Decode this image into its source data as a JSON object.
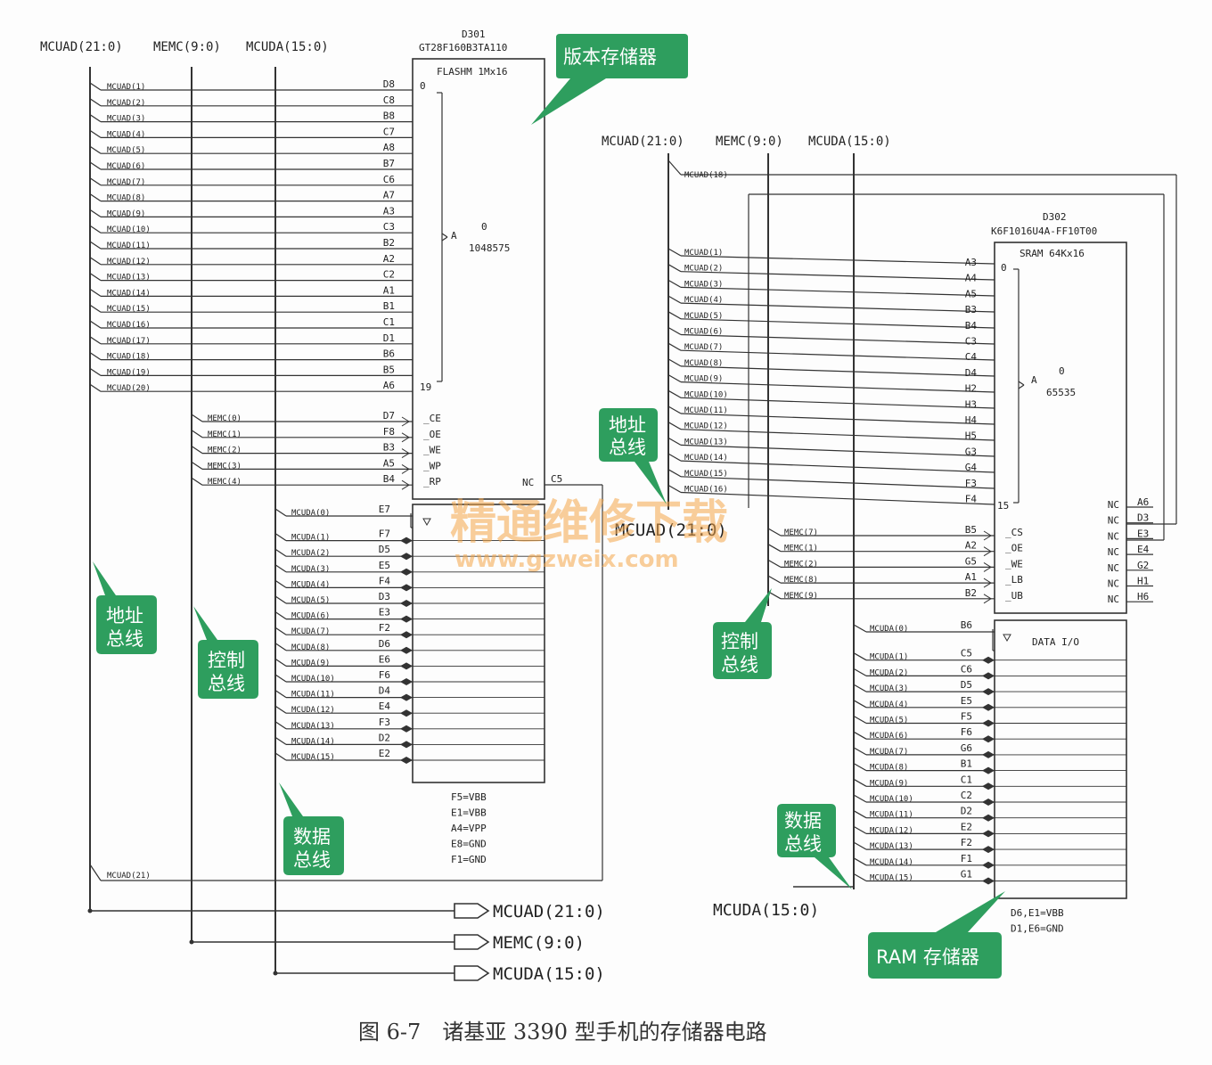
{
  "flash": {
    "designator": "D301",
    "part": "GT28F160B3TA110",
    "type": "FLASHM 1Mx16",
    "range_lo": "0",
    "range_hi": "1048575",
    "a_label": "A",
    "bit_top": "0",
    "bit_bottom": "19",
    "nc_label": "NC",
    "nc_pin": "C5",
    "addr_pins": [
      "D8",
      "C8",
      "B8",
      "C7",
      "A8",
      "B7",
      "C6",
      "A7",
      "A3",
      "C3",
      "B2",
      "A2",
      "C2",
      "A1",
      "B1",
      "C1",
      "D1",
      "B6",
      "B5",
      "A6"
    ],
    "ctrl_pins": [
      "D7",
      "F8",
      "B3",
      "A5",
      "B4"
    ],
    "ctrl_names": [
      "_CE",
      "_OE",
      "_WE",
      "_WP",
      "_RP"
    ],
    "data_pins": [
      "E7",
      "F7",
      "D5",
      "E5",
      "F4",
      "D3",
      "E3",
      "F2",
      "D6",
      "E6",
      "F6",
      "D4",
      "E4",
      "F3",
      "D2",
      "E2"
    ],
    "notes": [
      "F5=VBB",
      "E1=VBB",
      "A4=VPP",
      "E8=GND",
      "F1=GND"
    ]
  },
  "sram": {
    "designator": "D302",
    "part": "K6F1016U4A-FF10T00",
    "type": "SRAM 64Kx16",
    "range_lo": "0",
    "range_hi": "65535",
    "a_label": "A",
    "bit_top": "0",
    "bit_bottom": "15",
    "addr_pins": [
      "A3",
      "A4",
      "A5",
      "B3",
      "B4",
      "C3",
      "C4",
      "D4",
      "H2",
      "H3",
      "H4",
      "H5",
      "G3",
      "G4",
      "F3",
      "F4"
    ],
    "ctrl_pins": [
      "B5",
      "A2",
      "G5",
      "A1",
      "B2"
    ],
    "ctrl_names": [
      "_CS",
      "_OE",
      "_WE",
      "_LB",
      "_UB"
    ],
    "nc_labels": [
      "NC",
      "NC",
      "NC",
      "NC",
      "NC",
      "NC",
      "NC"
    ],
    "nc_pins": [
      "A6",
      "D3",
      "E3",
      "E4",
      "G2",
      "H1",
      "H6"
    ],
    "data_title": "DATA I/O",
    "data_pins": [
      "B6",
      "C5",
      "C6",
      "D5",
      "E5",
      "F5",
      "F6",
      "G6",
      "B1",
      "C1",
      "C2",
      "D2",
      "E2",
      "F2",
      "F1",
      "G1"
    ],
    "notes": [
      "D6,E1=VBB",
      "D1,E6=GND"
    ]
  },
  "left_bus": {
    "labels": [
      "MCUAD(21:0)",
      "MEMC(9:0)",
      "MCUDA(15:0)"
    ],
    "addr_signals": [
      "MCUAD(1)",
      "MCUAD(2)",
      "MCUAD(3)",
      "MCUAD(4)",
      "MCUAD(5)",
      "MCUAD(6)",
      "MCUAD(7)",
      "MCUAD(8)",
      "MCUAD(9)",
      "MCUAD(10)",
      "MCUAD(11)",
      "MCUAD(12)",
      "MCUAD(13)",
      "MCUAD(14)",
      "MCUAD(15)",
      "MCUAD(16)",
      "MCUAD(17)",
      "MCUAD(18)",
      "MCUAD(19)",
      "MCUAD(20)"
    ],
    "ctrl_signals": [
      "MEMC(0)",
      "MEMC(1)",
      "MEMC(2)",
      "MEMC(3)",
      "MEMC(4)"
    ],
    "data_signals": [
      "MCUDA(0)",
      "MCUDA(1)",
      "MCUDA(2)",
      "MCUDA(3)",
      "MCUDA(4)",
      "MCUDA(5)",
      "MCUDA(6)",
      "MCUDA(7)",
      "MCUDA(8)",
      "MCUDA(9)",
      "MCUDA(10)",
      "MCUDA(11)",
      "MCUDA(12)",
      "MCUDA(13)",
      "MCUDA(14)",
      "MCUDA(15)"
    ],
    "extra_signal": "MCUAD(21)",
    "outputs": [
      "MCUAD(21:0)",
      "MEMC(9:0)",
      "MCUDA(15:0)"
    ]
  },
  "right_bus": {
    "labels": [
      "MCUAD(21:0)",
      "MEMC(9:0)",
      "MCUDA(15:0)"
    ],
    "top_signal": "MCUAD(18)",
    "addr_signals": [
      "MCUAD(1)",
      "MCUAD(2)",
      "MCUAD(3)",
      "MCUAD(4)",
      "MCUAD(5)",
      "MCUAD(6)",
      "MCUAD(7)",
      "MCUAD(8)",
      "MCUAD(9)",
      "MCUAD(10)",
      "MCUAD(11)",
      "MCUAD(12)",
      "MCUAD(13)",
      "MCUAD(14)",
      "MCUAD(15)",
      "MCUAD(16)"
    ],
    "ctrl_signals": [
      "MEMC(7)",
      "MEMC(1)",
      "MEMC(2)",
      "MEMC(8)",
      "MEMC(9)"
    ],
    "data_signals": [
      "MCUDA(0)",
      "MCUDA(1)",
      "MCUDA(2)",
      "MCUDA(3)",
      "MCUDA(4)",
      "MCUDA(5)",
      "MCUDA(6)",
      "MCUDA(7)",
      "MCUDA(8)",
      "MCUDA(9)",
      "MCUDA(10)",
      "MCUDA(11)",
      "MCUDA(12)",
      "MCUDA(13)",
      "MCUDA(14)",
      "MCUDA(15)"
    ],
    "bottom_label": "MCUDA(15:0)",
    "mid_label": "MCUAD(21:0)"
  },
  "callouts": {
    "flash_label": "版本存储器",
    "addr_bus_l1": "地址",
    "addr_bus_l2": "总线",
    "ctrl_bus_l1": "控制",
    "ctrl_bus_l2": "总线",
    "data_bus_l1": "数据",
    "data_bus_l2": "总线",
    "r_addr_l1": "地址",
    "r_addr_l2": "总线",
    "r_ctrl_l1": "控制",
    "r_ctrl_l2": "总线",
    "r_data_l1": "数据",
    "r_data_l2": "总线",
    "ram_label": "RAM 存储器"
  },
  "watermark": {
    "line1": "精通维修下载",
    "line2": "www.gzweix.com"
  },
  "caption": "图 6-7　诸基亚 3390 型手机的存储器电路",
  "colors": {
    "callout": "#2e9e5e",
    "line": "#333333",
    "watermark": "#f4a64a"
  }
}
